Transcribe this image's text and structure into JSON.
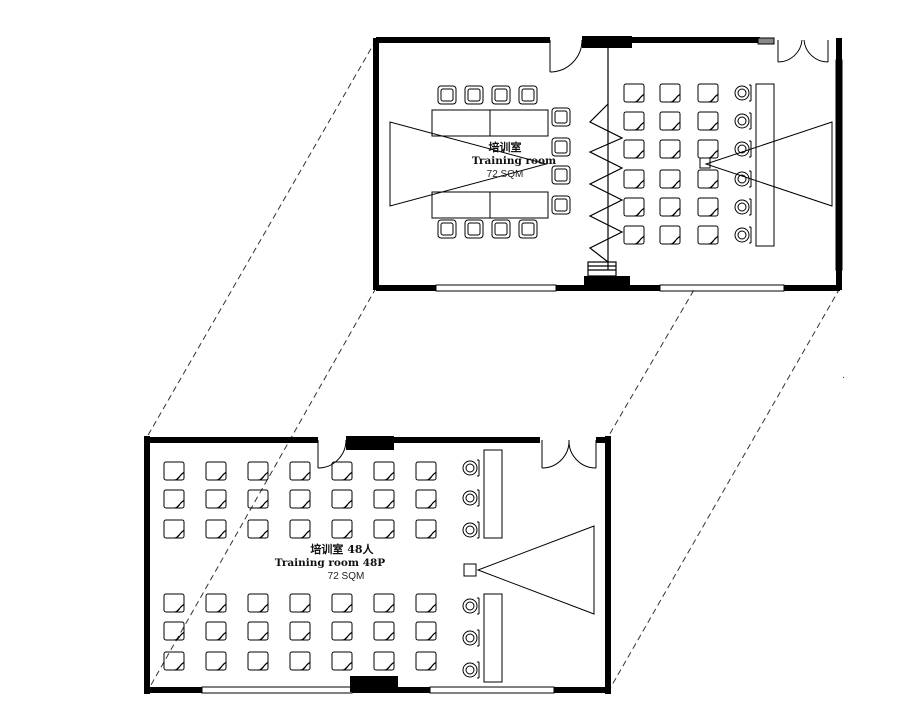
{
  "plans": {
    "top": {
      "name_cn": "培训室",
      "name_en": "Training room",
      "area": "72 SQM"
    },
    "bottom": {
      "name_cn": "培训室 48人",
      "name_en": "Training room 48P",
      "area": "72 SQM"
    }
  },
  "layouts": {
    "top_room": "boardroom tables on left with partition, classroom rows on right facing projector",
    "bottom_room": "classroom style, 6 rows x 7 seats, presenter seats and projector at right"
  },
  "colors": {
    "wall": "#000000",
    "line": "#111111",
    "background": "#ffffff"
  }
}
